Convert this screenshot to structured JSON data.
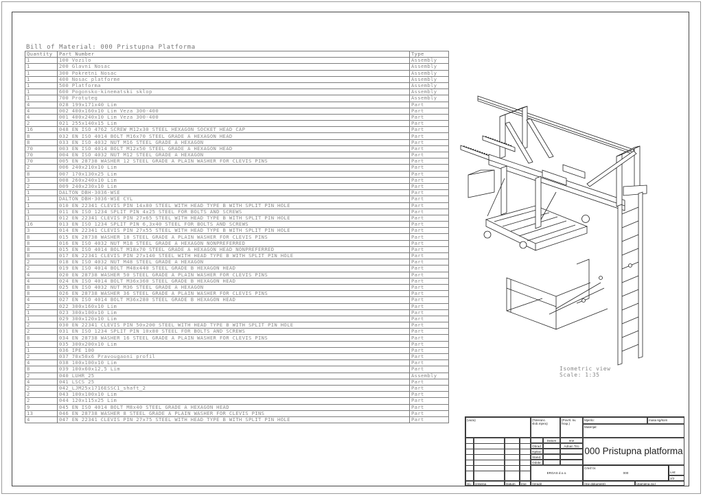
{
  "bom": {
    "title": "Bill of Material: 000 Pristupna Platforma",
    "columns": [
      "Quantity",
      "Part Number",
      "Type"
    ],
    "rows": [
      [
        "1",
        "100 Vozilo",
        "Assembly"
      ],
      [
        "1",
        "200 Glavni Nosac",
        "Assembly"
      ],
      [
        "1",
        "300 Pokretni Nosac",
        "Assembly"
      ],
      [
        "1",
        "400 Nosac platforme",
        "Assembly"
      ],
      [
        "1",
        "500 Platforma",
        "Assembly"
      ],
      [
        "1",
        "600 Pogonsko-kinematski sklop",
        "Assembly"
      ],
      [
        "1",
        "700 Protuteg",
        "Assembly"
      ],
      [
        "4",
        "028 199x171x40 Lim",
        "Part"
      ],
      [
        "4",
        "002 400x160x10 Lim Veza 300-400",
        "Part"
      ],
      [
        "4",
        "001 400x240x10 Lim Veza 300-400",
        "Part"
      ],
      [
        "2",
        "021 255x140x15 Lim",
        "Part"
      ],
      [
        "16",
        "048 EN ISO 4762 SCREW M12x30 STEEL HEXAGON SOCKET HEAD CAP",
        "Part"
      ],
      [
        "8",
        "032 EN ISO 4014 BOLT M16x70 STEEL GRADE A HEXAGON HEAD",
        "Part"
      ],
      [
        "8",
        "033 EN ISO 4032 NUT M16 STEEL GRADE A HEXAGON",
        "Part"
      ],
      [
        "70",
        "003 EN ISO 4014 BOLT M12x50 STEEL GRADE A HEXAGON HEAD",
        "Part"
      ],
      [
        "70",
        "004 EN ISO 4032 NUT M12 STEEL GRADE A HEXAGON",
        "Part"
      ],
      [
        "70",
        "005 EN 28738 WASHER 12 STEEL GRADE A PLAIN WASHER FOR CLEVIS PINS",
        "Part"
      ],
      [
        "2",
        "006 240x210x10 Lim",
        "Part"
      ],
      [
        "8",
        "007 170x130x25 Lim",
        "Part"
      ],
      [
        "3",
        "008 260x240x10 Lim",
        "Part"
      ],
      [
        "2",
        "009 240x230x10 Lim",
        "Part"
      ],
      [
        "1",
        "DALTON_DBH-3036-WSE",
        "Part"
      ],
      [
        "1",
        "DALTON_DBH-3036-WSE CYL",
        "Part"
      ],
      [
        "1",
        "010 EN 22341 CLEVIS PIN 14x80 STEEL WITH HEAD TYPE B WITH SPLIT PIN HOLE",
        "Part"
      ],
      [
        "1",
        "011 EN ISO 1234 SPLIT PIN 4x25 STEEL FOR BOLTS AND SCREWS",
        "Part"
      ],
      [
        "1",
        "012 EN 22341 CLEVIS PIN 27x65 STEEL WITH HEAD TYPE B WITH SPLIT PIN HOLE",
        "Part"
      ],
      [
        "16",
        "013 EN ISO 1234 SPLIT PIN 6,3x40 STEEL FOR BOLTS AND SCREWS",
        "Part"
      ],
      [
        "3",
        "014 EN 22341 CLEVIS PIN 27x55 STEEL WITH HEAD TYPE B WITH SPLIT PIN HOLE",
        "Part"
      ],
      [
        "8",
        "015 EN 28738 WASHER 18 STEEL GRADE A PLAIN WASHER FOR CLEVIS PINS",
        "Part"
      ],
      [
        "8",
        "016 EN ISO 4032 NUT M18 STEEL GRADE A HEXAGON NONPREFERRED",
        "Part"
      ],
      [
        "8",
        "015 EN ISO 4014 BOLT M18x70 STEEL GRADE A HEXAGON HEAD NONPREFERRED",
        "Part"
      ],
      [
        "8",
        "017 EN 22341 CLEVIS PIN 27x140 STEEL WITH HEAD TYPE B WITH SPLIT PIN HOLE",
        "Part"
      ],
      [
        "2",
        "018 EN ISO 4032 NUT M48 STEEL GRADE A HEXAGON",
        "Part"
      ],
      [
        "2",
        "019 EN ISO 4014 BOLT M48x440 STEEL GRADE B HEXAGON HEAD",
        "Part"
      ],
      [
        "4",
        "020 EN 28738 WASHER 50 STEEL GRADE A PLAIN WASHER FOR CLEVIS PINS",
        "Part"
      ],
      [
        "4",
        "024 EN ISO 4014 BOLT M36x360 STEEL GRADE B HEXAGON HEAD",
        "Part"
      ],
      [
        "8",
        "025 EN ISO 4032 NUT M36 STEEL GRADE A HEXAGON",
        "Part"
      ],
      [
        "8",
        "026 EN 28738 WASHER 36 STEEL GRADE A PLAIN WASHER FOR CLEVIS PINS",
        "Part"
      ],
      [
        "4",
        "027 EN ISO 4014 BOLT M36x280 STEEL GRADE B HEXAGON HEAD",
        "Part"
      ],
      [
        "2",
        "022 300x160x10 Lim",
        "Part"
      ],
      [
        "1",
        "023 300x100x10 Lim",
        "Part"
      ],
      [
        "1",
        "029 300x120x10 Lim",
        "Part"
      ],
      [
        "2",
        "030 EN 22341 CLEVIS PIN 50x200 STEEL WITH HEAD TYPE B WITH SPLIT PIN HOLE",
        "Part"
      ],
      [
        "2",
        "031 EN ISO 1234 SPLIT PIN 10x80 STEEL FOR BOLTS AND SCREWS",
        "Part"
      ],
      [
        "8",
        "034 EN 28738 WASHER 16 STEEL GRADE A PLAIN WASHER FOR CLEVIS PINS",
        "Part"
      ],
      [
        "1",
        "035 300x200x10 Lim",
        "Part"
      ],
      [
        "1",
        "036 IPE 100",
        "Part"
      ],
      [
        "2",
        "037 70x50x6 Pravougaoni profil",
        "Part"
      ],
      [
        "4",
        "038 100x100x10 Lim",
        "Part"
      ],
      [
        "8",
        "039 100x60x12,5 Lim",
        "Part"
      ],
      [
        "2",
        "040 LUHR_25",
        "Assembly"
      ],
      [
        "4",
        "041 LSCS 25",
        "Part"
      ],
      [
        "2",
        "042_LJM25x1716ESSC1_shaft_2",
        "Part"
      ],
      [
        "2",
        "043 100x100x10 Lim",
        "Part"
      ],
      [
        "2",
        "044 120x115x25 Lim",
        "Part"
      ],
      [
        "9",
        "045 EN ISO 4014 BOLT M8x40 STEEL GRADE A HEXAGON HEAD",
        "Part"
      ],
      [
        "13",
        "046 EN 28738 WASHER 8 STEEL GRADE A PLAIN WASHER FOR CLEVIS PINS",
        "Part"
      ],
      [
        "4",
        "047 EN 22341 CLEVIS PIN 27x75 STEEL WITH HEAD TYPE B WITH SPLIT PIN HOLE",
        "Part"
      ]
    ]
  },
  "view": {
    "label": "Isometric view",
    "scale_label": "Scale:",
    "scale_value": "1:35"
  },
  "title_block": {
    "vaza": "(vaza)",
    "tolerancije": "(Toleranc. slob.mjera)",
    "povrs": "(Površ. kv. hrap.)",
    "mjerilo": "Mjerilo:",
    "masa": "masa kg/kom",
    "materijal": "Materijal:",
    "datum_hdr": "Datum",
    "ime_hdr": "Ime",
    "obrad": "Obrad.",
    "ispitao": "Ispitao",
    "stand": "Stand.",
    "odobr": "Odobr.",
    "author": "Adnan Tiro",
    "company": "ERGAS d.o.o.",
    "drawing_title": "000 Pristupna platforma",
    "crtez_br": "Crtež br.",
    "crtez_value": "000",
    "list_label": "List:",
    "list_value": "2/2",
    "sl": "Sl.i",
    "izmjena": "Izmjena",
    "datum": "Datum",
    "ime": "Ime",
    "izradio": "(Izradi)",
    "siv_dok": "(Siv dokument)",
    "zamjena": "(Zamjena za:)"
  }
}
